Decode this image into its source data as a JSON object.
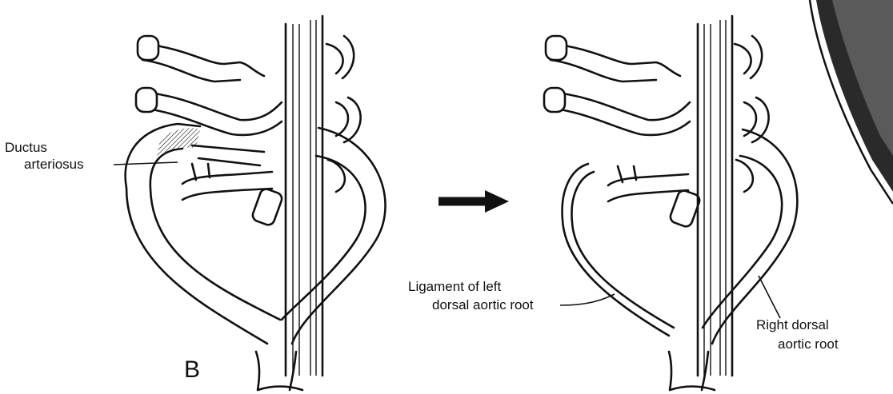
{
  "labels": {
    "ductus_line1": "Ductus",
    "ductus_line2": "arteriosus",
    "panel_letter": "B",
    "ligament_line1": "Ligament of left",
    "ligament_line2": "dorsal aortic root",
    "right_root_line1": "Right dorsal",
    "right_root_line2": "aortic root"
  },
  "colors": {
    "ink": "#111111",
    "background": "#ffffff"
  }
}
